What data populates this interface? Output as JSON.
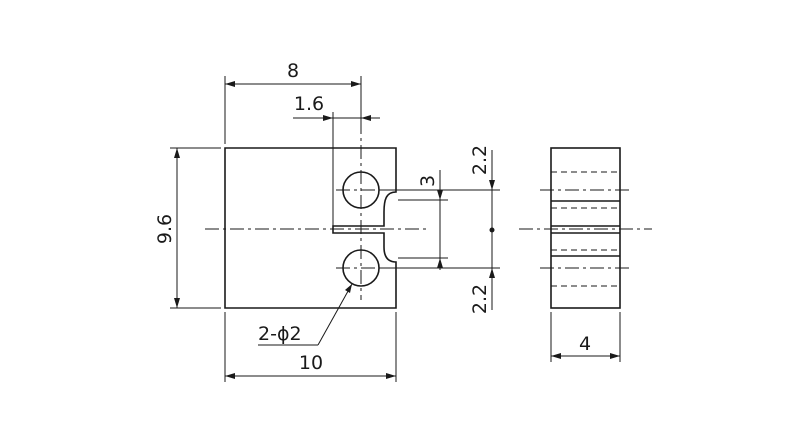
{
  "dimensions": {
    "width_top": "8",
    "slot_offset": "1.6",
    "height_left": "9.6",
    "hole_spacing": "3",
    "edge_top": "2.2",
    "edge_bottom": "2.2",
    "hole_note": "2-ϕ2",
    "width_bottom": "10",
    "side_width": "4"
  },
  "colors": {
    "line": "#1a1a1a",
    "background": "#ffffff"
  }
}
